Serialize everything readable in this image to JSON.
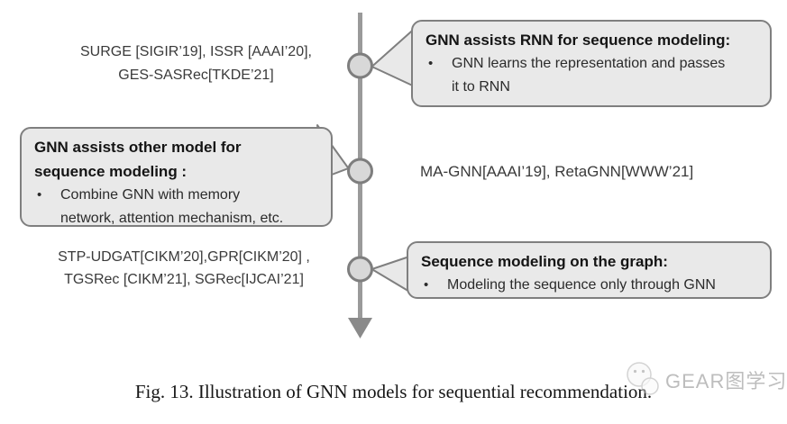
{
  "colors": {
    "timeline_gray": "#9a9a9a",
    "arrow_gray": "#8a8a8a",
    "node_fill": "#d8d8d8",
    "node_border": "#7e7e7e",
    "callout_fill": "#e9e9e9",
    "callout_border": "#7f7f7f",
    "text_dark": "#1c1c1c",
    "watermark_gray": "#8f8f8f"
  },
  "glyphs": {
    "bullet": "•"
  },
  "labels": {
    "top_left_line1": "SURGE [SIGIR’19], ISSR [AAAI’20],",
    "top_left_line2": "GES-SASRec[TKDE’21]",
    "mid_right": "MA-GNN[AAAI’19], RetaGNN[WWW’21]",
    "bottom_left_line1": "STP-UDGAT[CIKM’20],GPR[CIKM’20] ,",
    "bottom_left_line2": "TGSRec [CIKM’21], SGRec[IJCAI’21]"
  },
  "callouts": {
    "rnn": {
      "title": "GNN assists RNN for sequence modeling:",
      "bullet": "GNN learns the representation and passes\nit to RNN"
    },
    "other": {
      "title": "GNN assists other model for\nsequence modeling :",
      "bullet": "Combine GNN with memory\nnetwork, attention mechanism, etc."
    },
    "graph": {
      "title": "Sequence modeling on the graph:",
      "bullet": "Modeling the sequence only through GNN"
    }
  },
  "caption": "Fig. 13.  Illustration of GNN models for sequential recommendation.",
  "watermark": {
    "text": "GEAR图学习"
  }
}
